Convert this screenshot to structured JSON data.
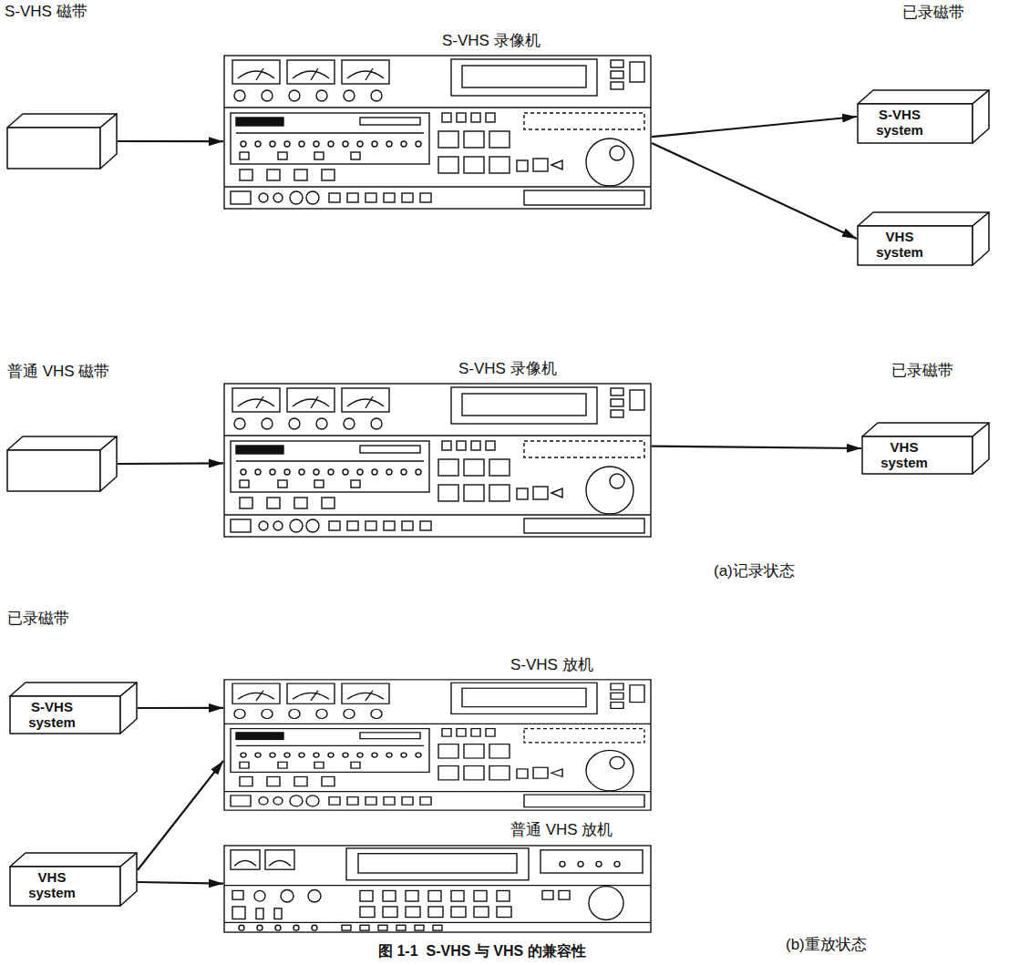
{
  "diagram": {
    "caption": "图 1-1  S-VHS 与 VHS 的兼容性",
    "nodes": [
      {
        "text": [
          "S-VHS 磁带"
        ]
      },
      {
        "text": [
          "S-VHS 录像机"
        ]
      },
      {
        "text": [
          "S-VHS system"
        ]
      },
      {
        "text": [
          "VHS system"
        ]
      },
      {
        "text": [
          "普通 VHS 磁带"
        ]
      },
      {
        "text": [
          "S-VHS 录像机"
        ]
      },
      {
        "text": [
          "VHS system"
        ]
      },
      {
        "text": [
          "S-VHS system"
        ]
      },
      {
        "text": [
          "S-VHS 放机"
        ]
      },
      {
        "text": [
          "VHS system"
        ]
      },
      {
        "text": [
          "普通 VHS 放机"
        ]
      }
    ],
    "edges": [
      {
        "from": 0,
        "to": 1,
        "arrow": "to"
      },
      {
        "from": 1,
        "to": 2,
        "arrow": "to"
      },
      {
        "from": 1,
        "to": 3,
        "arrow": "to"
      },
      {
        "from": 4,
        "to": 5,
        "arrow": "to"
      },
      {
        "from": 5,
        "to": 6,
        "arrow": "to"
      },
      {
        "from": 7,
        "to": 8,
        "arrow": "to"
      },
      {
        "from": 9,
        "to": 8,
        "arrow": "to"
      },
      {
        "from": 9,
        "to": 10,
        "arrow": "to"
      }
    ],
    "labels": [
      "已录磁带",
      "已录磁带",
      "(a)记录状态",
      "已录磁带",
      "(b)重放状态"
    ]
  }
}
